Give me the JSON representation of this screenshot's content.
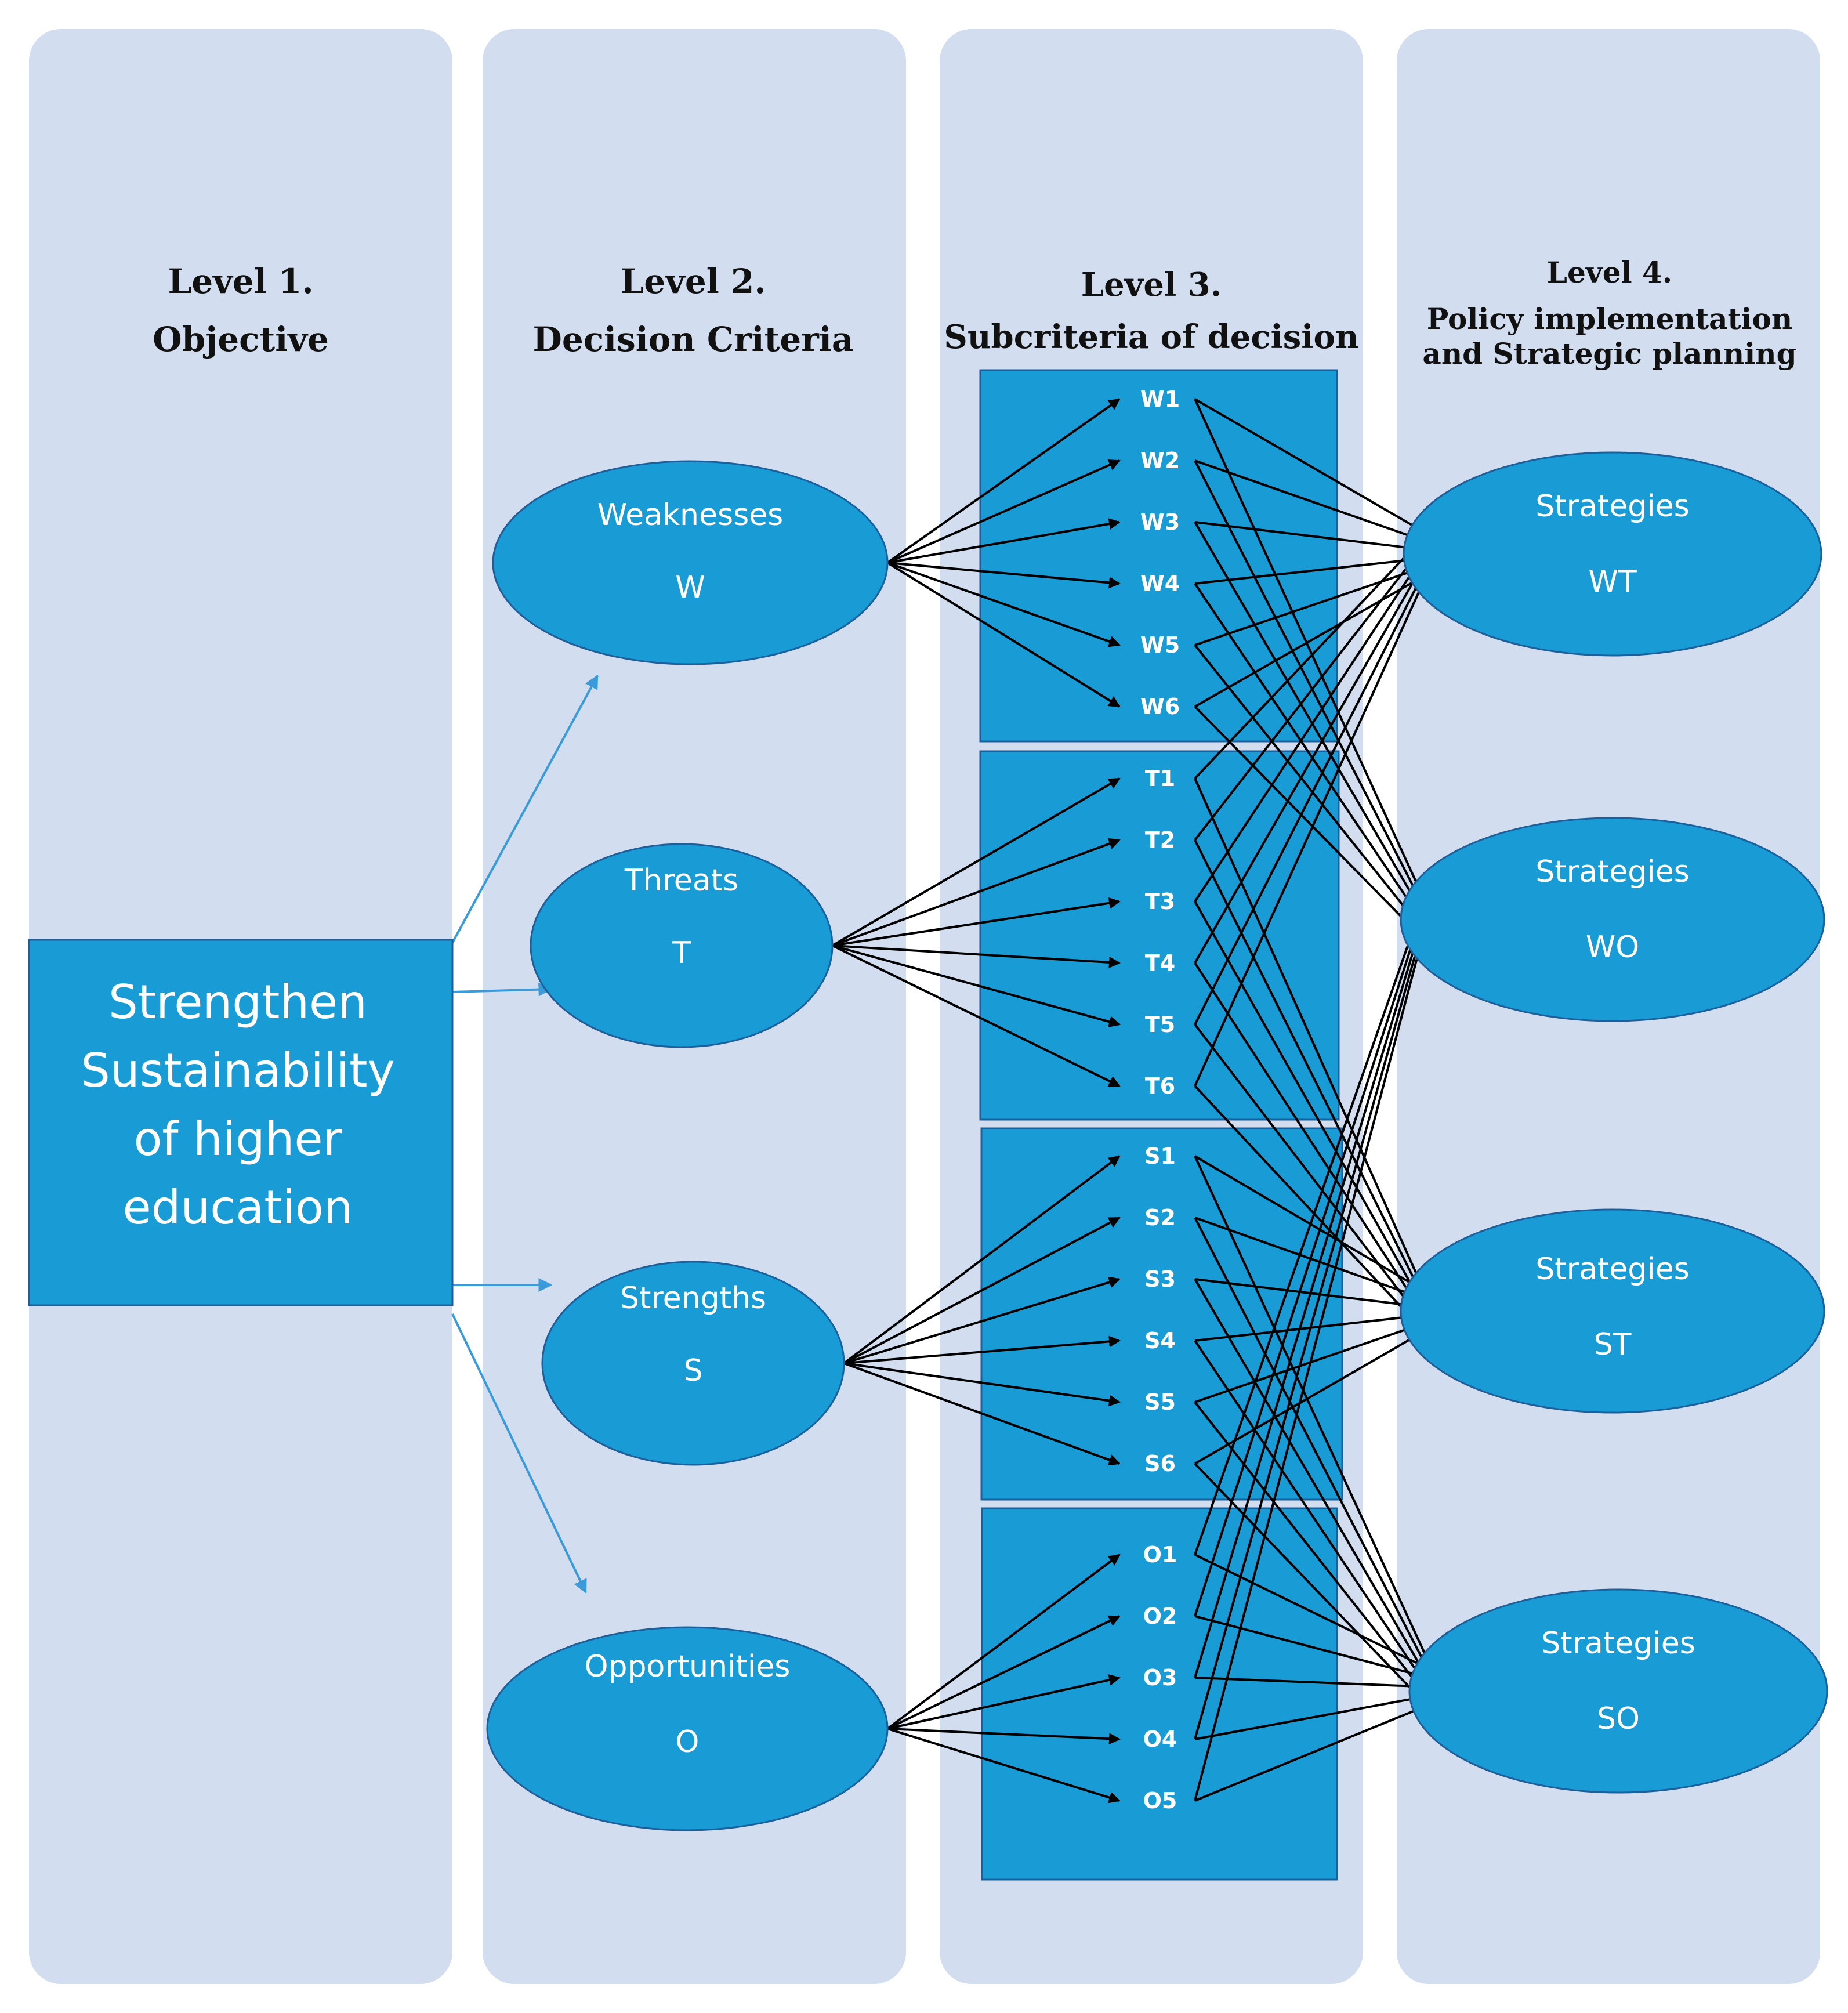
{
  "colors": {
    "column_bg": "#d2deef",
    "node_fill": "#199bd6",
    "node_stroke": "#1c5f9a",
    "blue_arrow": "#3b9ad9",
    "black_arrow": "#000000"
  },
  "levels": [
    {
      "title_lines": [
        "Level 1.",
        "Objective"
      ]
    },
    {
      "title_lines": [
        "Level 2.",
        "Decision Criteria"
      ]
    },
    {
      "title_lines": [
        "Level 3.",
        "Subcriteria of decision"
      ]
    },
    {
      "title_lines": [
        "Level 4.",
        "Policy implementation",
        "and Strategic planning"
      ]
    }
  ],
  "objective": {
    "lines": [
      "Strengthen",
      "Sustainability",
      "of higher",
      "education"
    ]
  },
  "criteria": [
    {
      "name": "Weaknesses",
      "code": "W"
    },
    {
      "name": "Threats",
      "code": "T"
    },
    {
      "name": "Strengths",
      "code": "S"
    },
    {
      "name": "Opportunities",
      "code": "O"
    }
  ],
  "subcriteria_groups": [
    {
      "items": [
        "W1",
        "W2",
        "W3",
        "W4",
        "W5",
        "W6"
      ]
    },
    {
      "items": [
        "T1",
        "T2",
        "T3",
        "T4",
        "T5",
        "T6"
      ]
    },
    {
      "items": [
        "S1",
        "S2",
        "S3",
        "S4",
        "S5",
        "S6"
      ]
    },
    {
      "items": [
        "O1",
        "O2",
        "O3",
        "O4",
        "O5"
      ]
    }
  ],
  "strategies": [
    {
      "name": "Strategies",
      "code": "WT"
    },
    {
      "name": "Strategies",
      "code": "WO"
    },
    {
      "name": "Strategies",
      "code": "ST"
    },
    {
      "name": "Strategies",
      "code": "SO"
    }
  ],
  "links_to_strategies": {
    "W": [
      "WT",
      "WO"
    ],
    "T": [
      "WT",
      "ST"
    ],
    "S": [
      "ST",
      "SO"
    ],
    "O": [
      "WO",
      "SO"
    ]
  }
}
